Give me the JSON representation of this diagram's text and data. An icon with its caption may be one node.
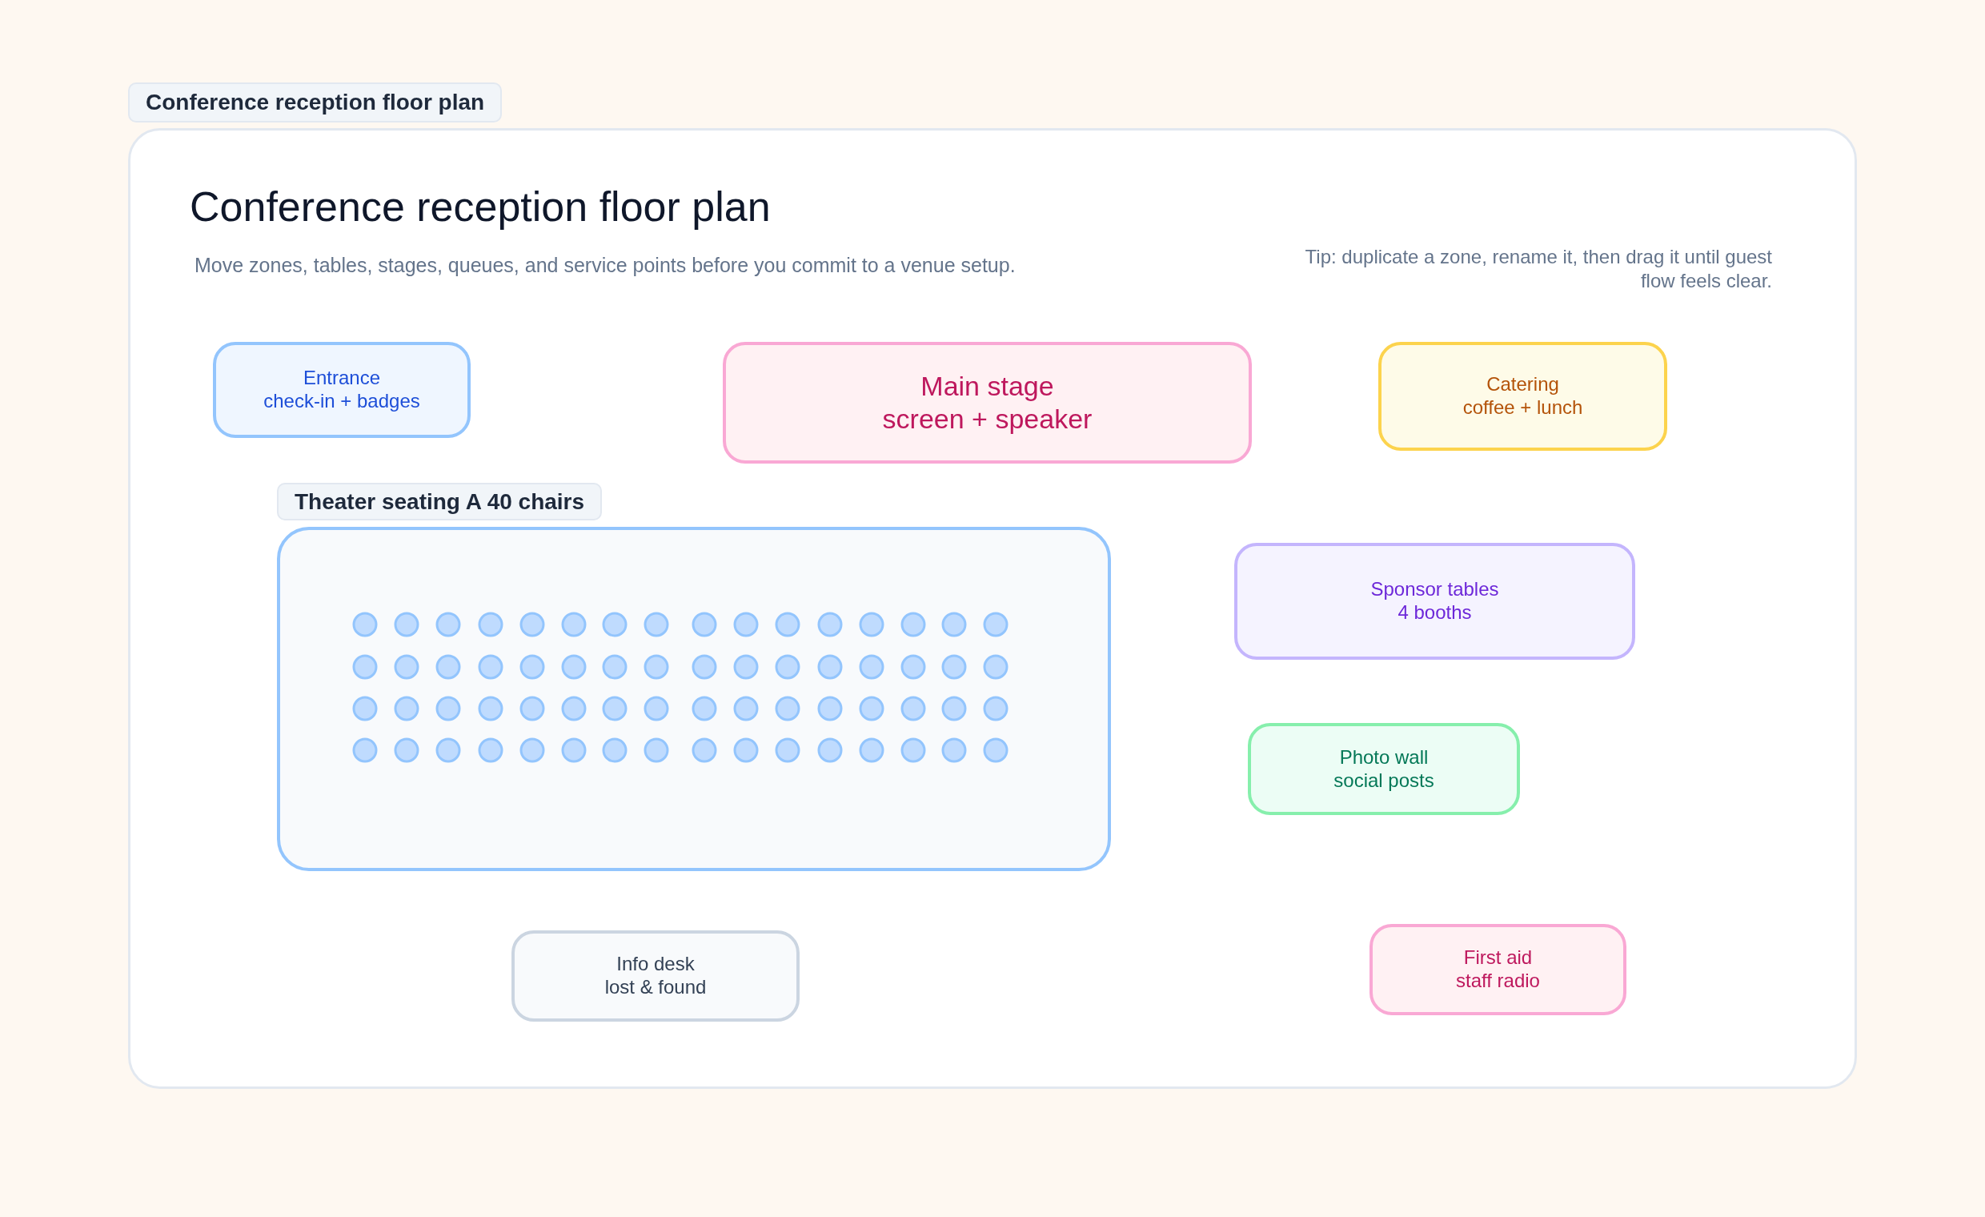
{
  "diagram": {
    "title": "Conference reception floor plan",
    "nodes": [
      {
        "text": [],
        "shape": "box"
      },
      {
        "text": [
          "Entrance",
          "check-in + badges"
        ],
        "in": 0
      },
      {
        "text": [
          "Main stage",
          "screen + speaker"
        ],
        "in": 0
      },
      {
        "text": [
          "Catering",
          "coffee + lunch"
        ],
        "in": 0
      },
      {
        "text": [
          "Theater seating A 40 chairs"
        ],
        "in": 0
      },
      {
        "text": [
          "Sponsor tables",
          "4 booths"
        ],
        "in": 0
      },
      {
        "text": [
          "Photo wall",
          "social posts"
        ],
        "in": 0
      },
      {
        "text": [
          "Info desk",
          "lost & found"
        ],
        "in": 0
      },
      {
        "text": [
          "First aid",
          "staff radio"
        ],
        "in": 0
      }
    ],
    "labels": [
      "Conference reception floor plan",
      "Move zones, tables, stages, queues, and service points before you commit to a venue setup.",
      "Tip: duplicate a zone, rename it, then drag it until guest flow feels clear."
    ]
  }
}
